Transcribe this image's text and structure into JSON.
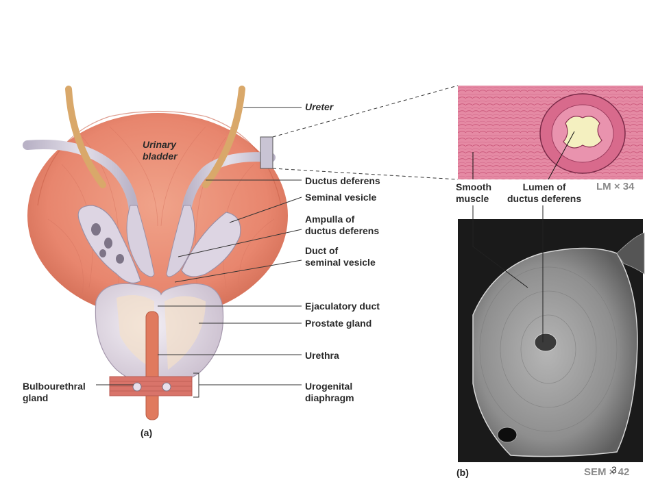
{
  "labels": {
    "ureter": "Ureter",
    "urinary_bladder": "Urinary\nbladder",
    "ductus_deferens": "Ductus deferens",
    "seminal_vesicle": "Seminal vesicle",
    "ampulla": "Ampulla of\nductus deferens",
    "duct_seminal": "Duct of\nseminal vesicle",
    "ejaculatory_duct": "Ejaculatory duct",
    "prostate_gland": "Prostate gland",
    "urethra": "Urethra",
    "bulbourethral_gland": "Bulbourethral\ngland",
    "urogenital_diaphragm": "Urogenital\ndiaphragm",
    "smooth_muscle": "Smooth\nmuscle",
    "lumen": "Lumen of\nductus deferens"
  },
  "panels": {
    "a": "(a)",
    "b": "(b)",
    "lm_scale": "LM × 34",
    "sem_scale": "SEM × 42"
  },
  "page_number": "3",
  "colors": {
    "bladder": "#e8866e",
    "bladder_dark": "#c95f4a",
    "ureter": "#d9a86a",
    "ductus": "#c9c4d4",
    "prostate": "#e4dde6",
    "urethra": "#e07a5e",
    "histology_pink": "#e07a98",
    "sem_grey": "#9a9a9a"
  }
}
